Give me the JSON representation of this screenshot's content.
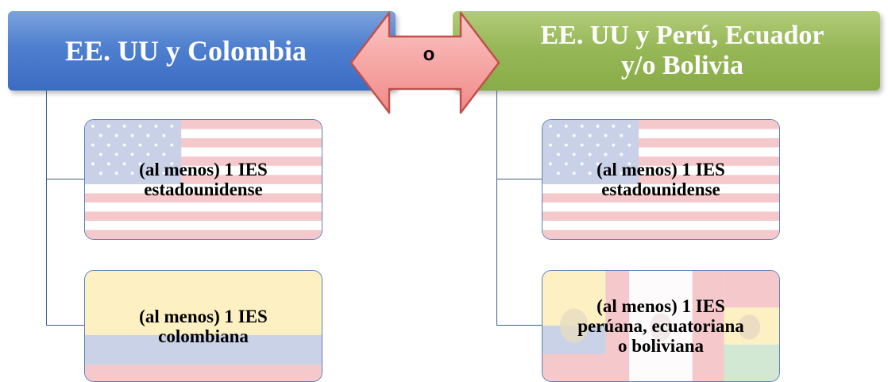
{
  "left_group": {
    "header": "EE. UU y Colombia",
    "cards": [
      {
        "text": "(al menos) 1 IES\nestadounidense",
        "flag": "usa-flag"
      },
      {
        "text": "(al menos) 1 IES\ncolombiana",
        "flag": "colombia-flag"
      }
    ]
  },
  "connector_label": "o",
  "right_group": {
    "header": "EE. UU y Perú, Ecuador\ny/o Bolivia",
    "cards": [
      {
        "text": "(al menos) 1 IES\nestadounidense",
        "flag": "usa-flag"
      },
      {
        "text": "(al menos) 1 IES\nperúana, ecuatoriana\no boliviana",
        "flag": "ecuador-peru-bolivia-flags"
      }
    ]
  },
  "colors": {
    "left_header": "#4f7fcf",
    "right_header": "#98b858",
    "arrow_fill": "#f59a9a",
    "arrow_stroke": "#c0504d",
    "connector_line": "#3c5f94"
  }
}
